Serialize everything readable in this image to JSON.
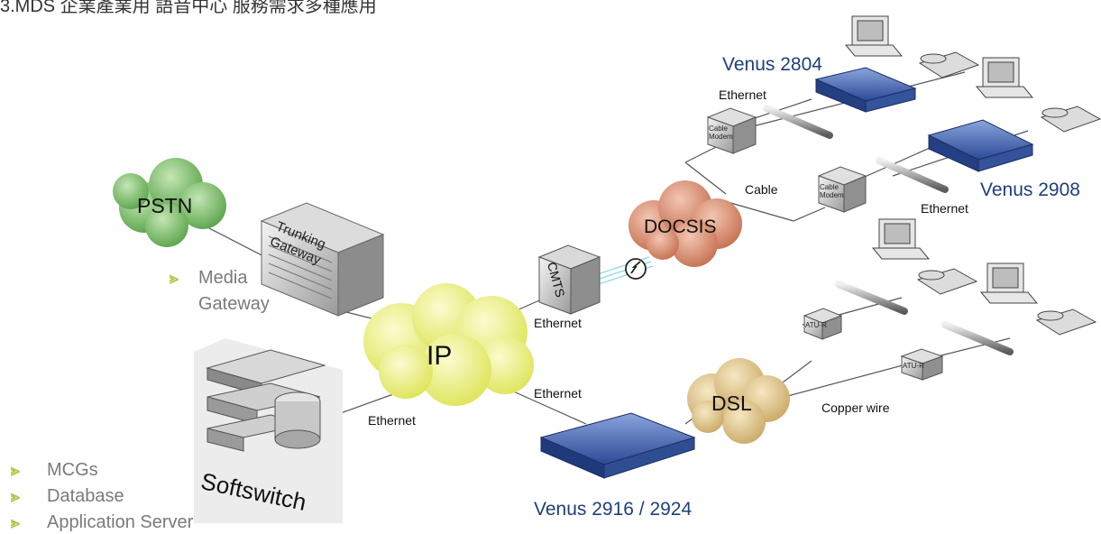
{
  "header": {
    "text": "3.MDS 企業產業用 語音中心 服務需求多種應用"
  },
  "clouds": {
    "pstn": "PSTN",
    "ip": "IP",
    "docsis": "DOCSIS",
    "dsl": "DSL"
  },
  "devices": {
    "trunking_gateway": "Trunking Gateway",
    "softswitch": "Softswitch",
    "cmts": "CMTS",
    "cable_modem_1": "Cable Modem",
    "cable_modem_2": "Cable Modem",
    "atu_r_1": "ATU-R",
    "atu_r_2": "ATU-R"
  },
  "products": {
    "venus_2804": "Venus 2804",
    "venus_2908": "Venus 2908",
    "venus_2916": "Venus 2916 / 2924"
  },
  "link_labels": {
    "ethernet_top": "Ethernet",
    "cable": "Cable",
    "ethernet_right": "Ethernet",
    "ethernet_cmts": "Ethernet",
    "ethernet_mid": "Ethernet",
    "ethernet_softswitch": "Ethernet",
    "copper_wire": "Copper wire"
  },
  "media_gateway": {
    "bullet": "⪢",
    "lines": [
      "Media",
      "Gateway"
    ]
  },
  "softswitch_list": {
    "bullet": "⪢",
    "items": [
      "MCGs",
      "Database",
      "Application Server"
    ]
  },
  "colors": {
    "pstn_cloud": "#7dbf6a",
    "ip_cloud": "#eef07a",
    "docsis_cloud": "#d98a6e",
    "dsl_cloud": "#e0c88a",
    "venus_blue": "#3a5fb0",
    "product_text": "#1f3f7a",
    "bullet": "#b6c64a"
  }
}
